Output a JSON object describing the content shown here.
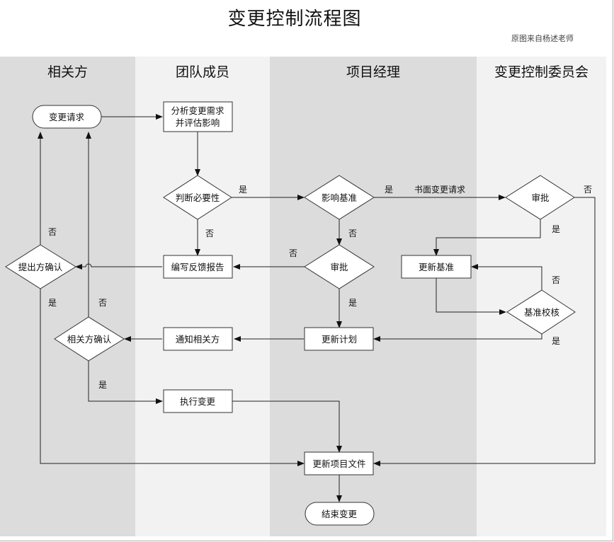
{
  "title": "变更控制流程图",
  "subtitle": "原图来自杨述老师",
  "lanes": [
    {
      "label": "相关方",
      "color": "#dcdcdc"
    },
    {
      "label": "团队成员",
      "color": "#f2f2f2"
    },
    {
      "label": "项目经理",
      "color": "#dcdcdc"
    },
    {
      "label": "变更控制委员会",
      "color": "#f2f2f2"
    }
  ],
  "nodes": {
    "change_request": "变更请求",
    "analyze_line1": "分析变更需求",
    "analyze_line2": "并评估影响",
    "judge_necessity": "判断必要性",
    "impact_baseline": "影响基准",
    "ccb_approve": "审批",
    "pm_approve": "审批",
    "update_baseline": "更新基准",
    "baseline_check": "基准校核",
    "proposer_confirm": "提出方确认",
    "write_report": "编写反馈报告",
    "stakeholder_confirm": "相关方确认",
    "notify_stakeholders": "通知相关方",
    "update_plan": "更新计划",
    "execute_change": "执行变更",
    "update_docs": "更新项目文件",
    "end_change": "结束变更"
  },
  "edge_labels": {
    "judge_yes": "是",
    "judge_no": "否",
    "impact_yes": "是",
    "written_request": "书面变更请求",
    "impact_no": "否",
    "ccb_no": "否",
    "ccb_yes": "是",
    "pm_no": "否",
    "pm_yes": "是",
    "check_no": "否",
    "check_yes": "是",
    "proposer_no": "否",
    "proposer_yes": "是",
    "stake_no": "否",
    "stake_yes": "是"
  }
}
